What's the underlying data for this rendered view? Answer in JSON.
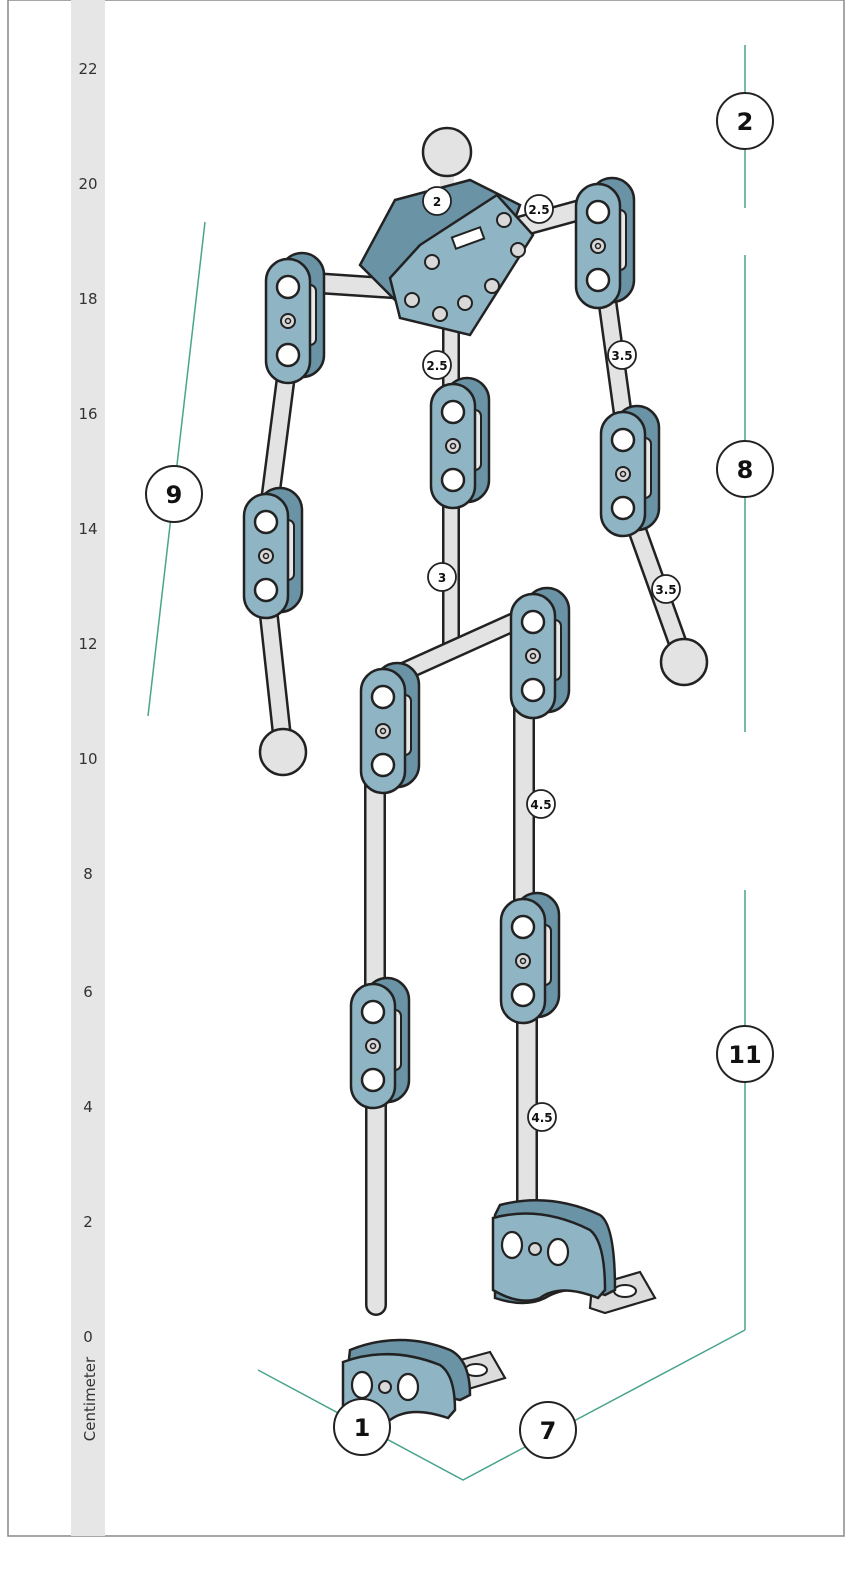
{
  "ruler": {
    "unit_label": "Centimeter",
    "ticks": [
      "22",
      "20",
      "18",
      "16",
      "14",
      "12",
      "10",
      "8",
      "6",
      "4",
      "2",
      "0"
    ]
  },
  "segment_labels": {
    "neck": "2",
    "shoulder": "2.5",
    "upper_spine": "2.5",
    "lower_spine": "3",
    "upper_arm": "3.5",
    "forearm": "3.5",
    "thigh": "4.5",
    "shin": "4.5"
  },
  "dimension_callouts": {
    "head_height": "2",
    "torso_height": "8",
    "leg_height": "11",
    "arm_length": "9",
    "foot_depth": "1",
    "foot_length": "7"
  },
  "colors": {
    "joint_plate": "#8fb4c4",
    "joint_plate_dark": "#6a93a6",
    "rod": "#e3e3e3",
    "dimension_line": "#4aa48d",
    "outline": "#222222"
  }
}
